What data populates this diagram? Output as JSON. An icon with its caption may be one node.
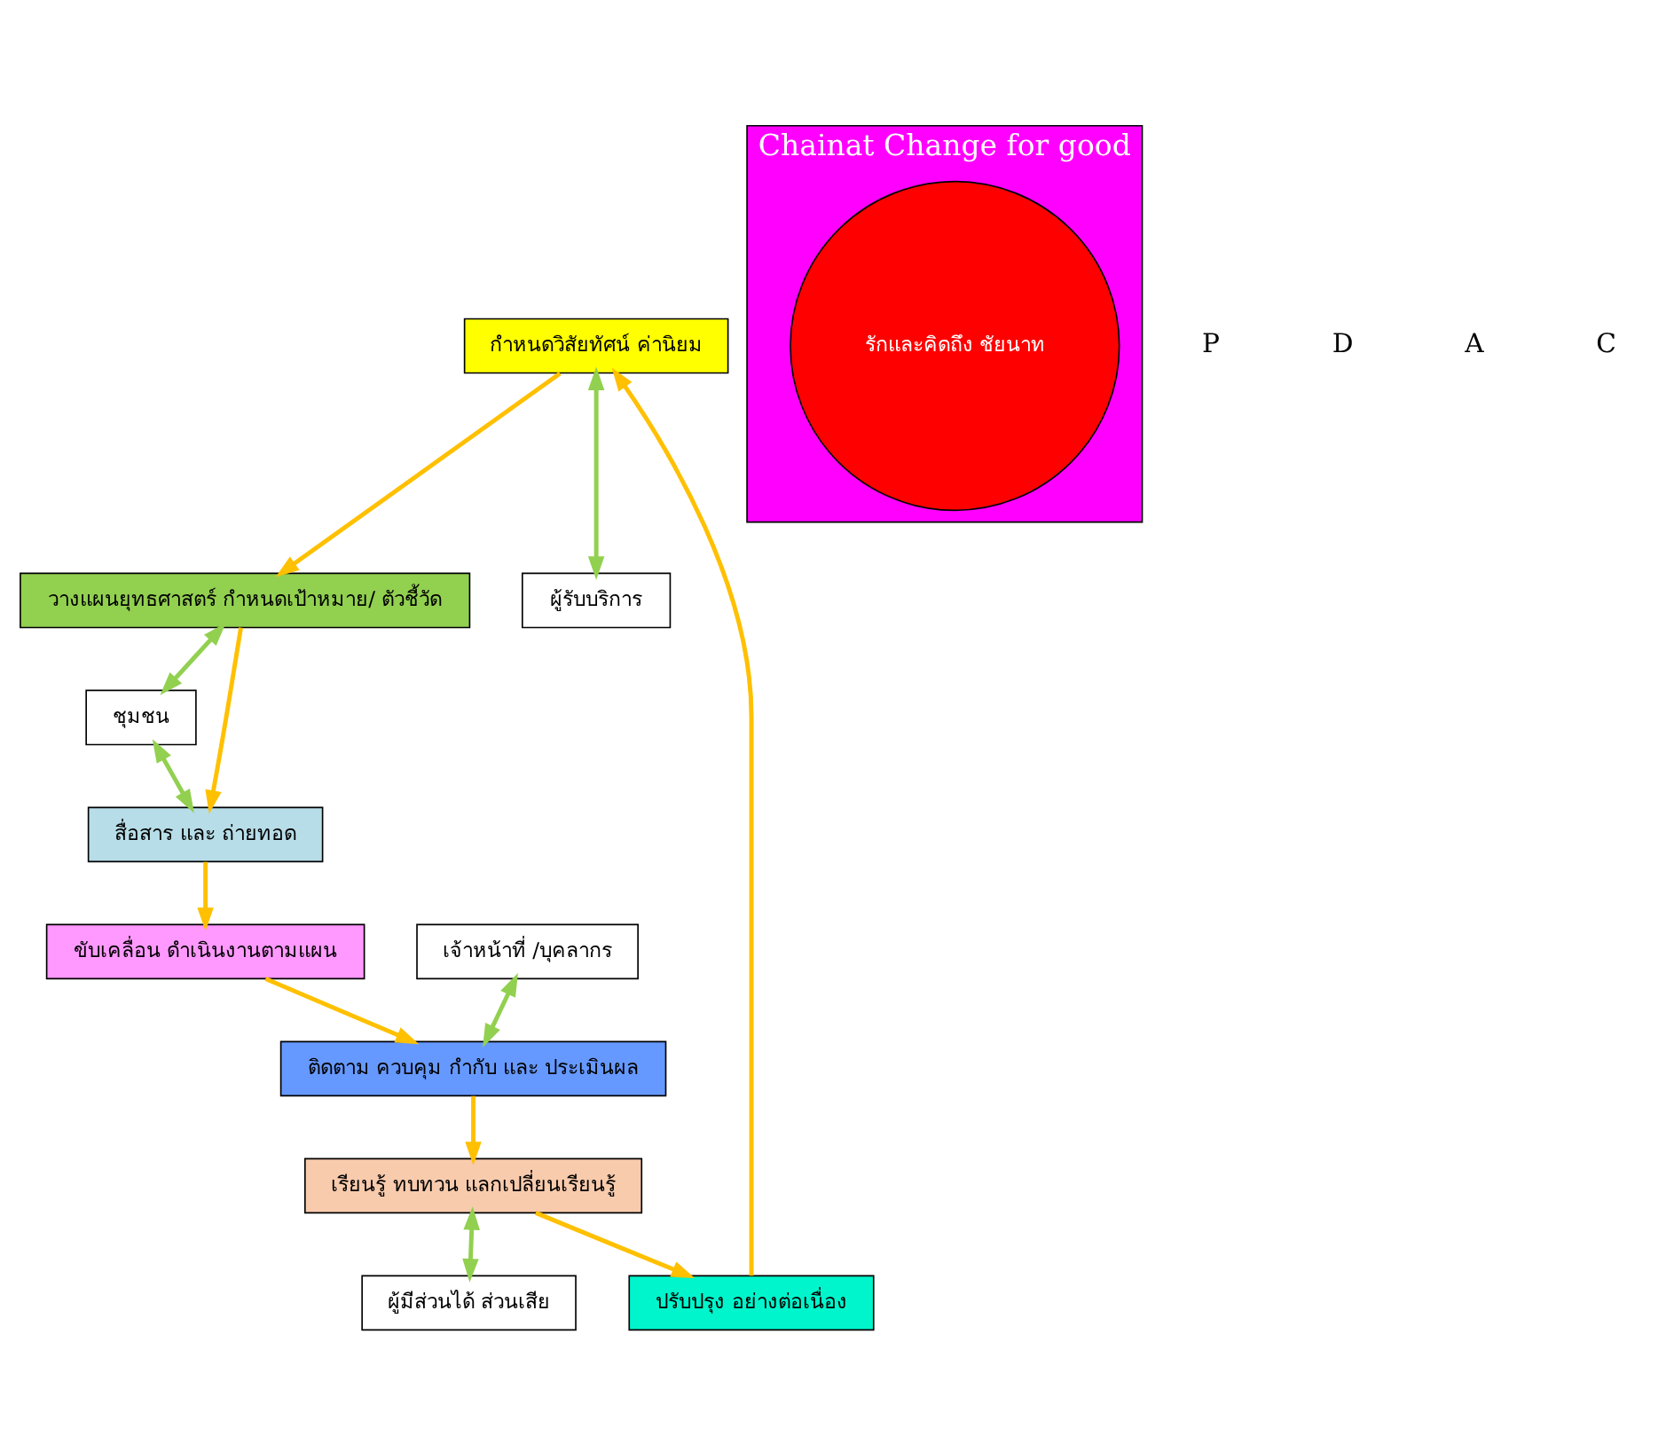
{
  "diagram": {
    "nodes": [
      {
        "text": [
          "กำหนดวิสัยทัศน์ ค่านิยม"
        ]
      },
      {
        "text": [
          "ปรับปรุง อย่างต่อเนื่อง"
        ]
      },
      {
        "text": [
          "วางแผนยุทธศาสตร์ กำหนดเป้าหมาย/ ตัวชี้วัด"
        ]
      },
      {
        "text": [
          "Chainat Change for good"
        ]
      },
      {
        "text": [
          "ผู้รับบริการ"
        ]
      },
      {
        "text": [
          "เรียนรู้ ทบทวน แลกเปลี่ยนเรียนรู้"
        ]
      },
      {
        "text": [
          "ผู้มีส่วนได้ ส่วนเสีย"
        ]
      },
      {
        "text": [
          "รักและคิดถึง ชัยนาท"
        ],
        "in": 3
      },
      {
        "text": [
          "ชุมชน"
        ]
      },
      {
        "text": [
          "สื่อสาร และ ถ่ายทอด"
        ]
      },
      {
        "text": [
          "เจ้าหน้าที่ /บุคลากร"
        ]
      },
      {
        "text": [
          "ขับเคลื่อน ดำเนินงานตามแผน"
        ]
      },
      {
        "text": [
          "ติดตาม ควบคุม กำกับ และ ประเมินผล"
        ]
      }
    ],
    "edges": [
      {
        "from": 1,
        "to": 0,
        "arrow": "to"
      },
      {
        "from": 0,
        "to": 2,
        "arrow": "to"
      },
      {
        "from": 2,
        "to": 9,
        "arrow": "to"
      },
      {
        "from": 9,
        "to": 11,
        "arrow": "to"
      },
      {
        "from": 11,
        "to": 12,
        "arrow": "to"
      },
      {
        "from": 12,
        "to": 5,
        "arrow": "to"
      },
      {
        "from": 5,
        "to": 1,
        "arrow": "to"
      },
      {
        "from": 0,
        "to": 4,
        "arrow": "both",
        "color": "#92d050"
      },
      {
        "from": 2,
        "to": 8,
        "arrow": "both",
        "color": "#92d050"
      },
      {
        "from": 8,
        "to": 9,
        "arrow": "both",
        "color": "#92d050"
      },
      {
        "from": 5,
        "to": 6,
        "arrow": "both",
        "color": "#92d050"
      },
      {
        "from": 10,
        "to": 12,
        "arrow": "both",
        "color": "#92d050"
      }
    ],
    "labels": [
      "P",
      "D",
      "A",
      "C"
    ]
  }
}
